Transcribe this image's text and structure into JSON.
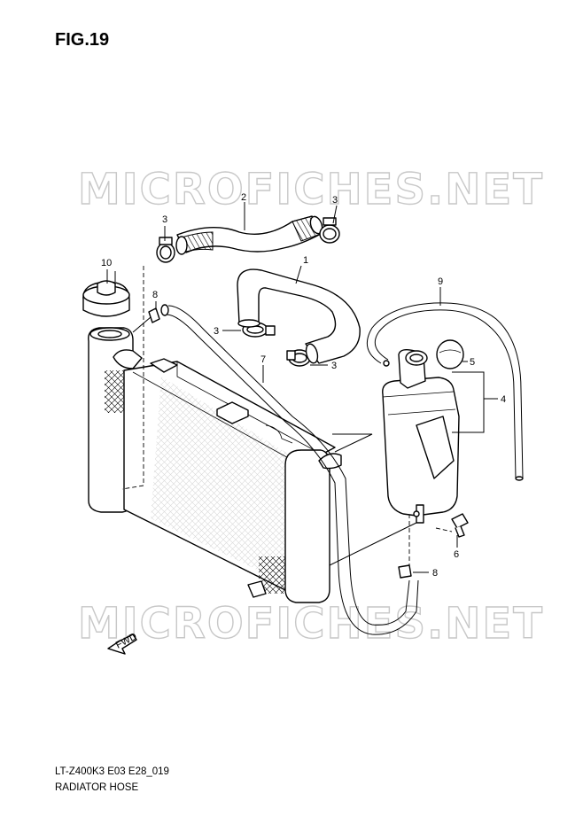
{
  "figure": {
    "title": "FIG.19"
  },
  "watermark": {
    "text": "MICROFICHES.NET"
  },
  "footer": {
    "model": "LT-Z400K3 E03 E28_019",
    "title": "RADIATOR HOSE"
  },
  "callouts": {
    "c1": "1",
    "c2": "2",
    "c3a": "3",
    "c3b": "3",
    "c3c": "3",
    "c3d": "3",
    "c4": "4",
    "c5": "5",
    "c6": "6",
    "c7": "7",
    "c8a": "8",
    "c8b": "8",
    "c9": "9",
    "c10": "10"
  },
  "direction_arrow": {
    "label": "FWD"
  }
}
